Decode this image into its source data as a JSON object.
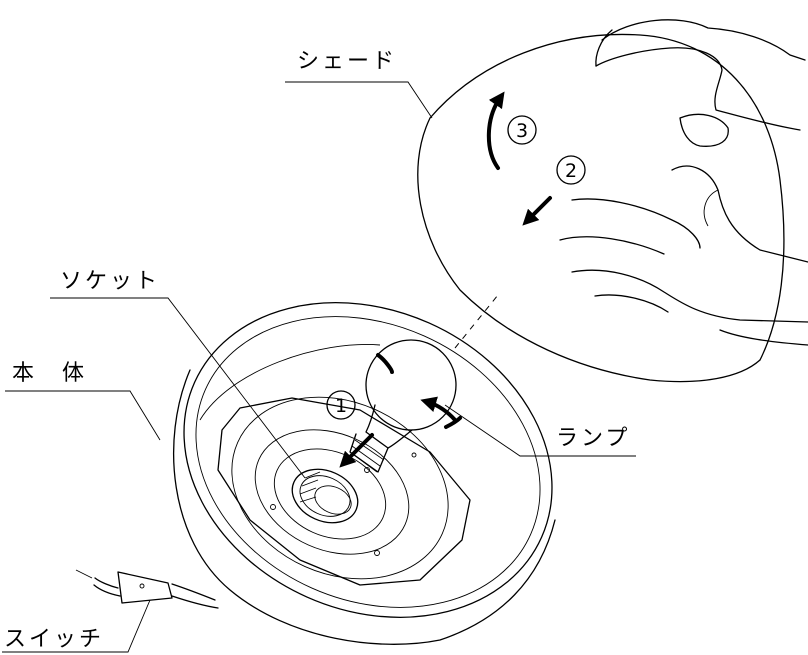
{
  "labels": {
    "shade": "シェード",
    "socket": "ソケット",
    "body": "本　体",
    "lamp": "ランプ",
    "switch": "スイッチ"
  },
  "steps": {
    "step1": "1",
    "step2": "2",
    "step3": "3"
  }
}
